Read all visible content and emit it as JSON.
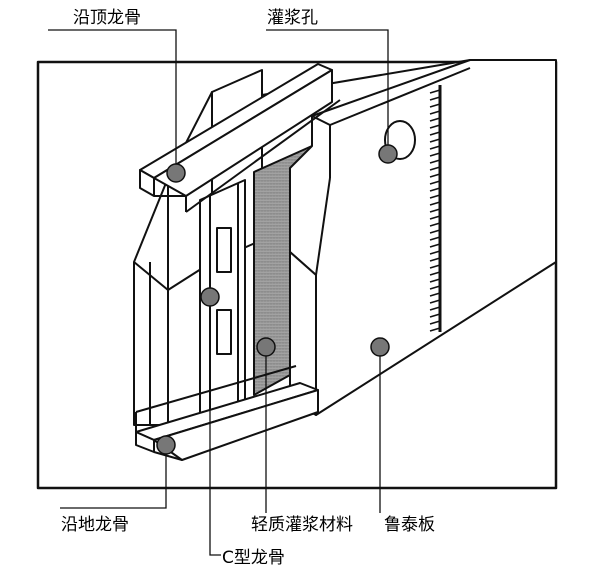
{
  "labels": {
    "top_track": "沿顶龙骨",
    "grout_hole": "灌浆孔",
    "floor_track": "沿地龙骨",
    "grout_material": "轻质灌浆材料",
    "board": "鲁泰板",
    "c_stud": "C型龙骨"
  },
  "colors": {
    "line": "#111111",
    "marker": "#777777",
    "grout_fill": "#9a9a9a",
    "background": "#ffffff"
  }
}
